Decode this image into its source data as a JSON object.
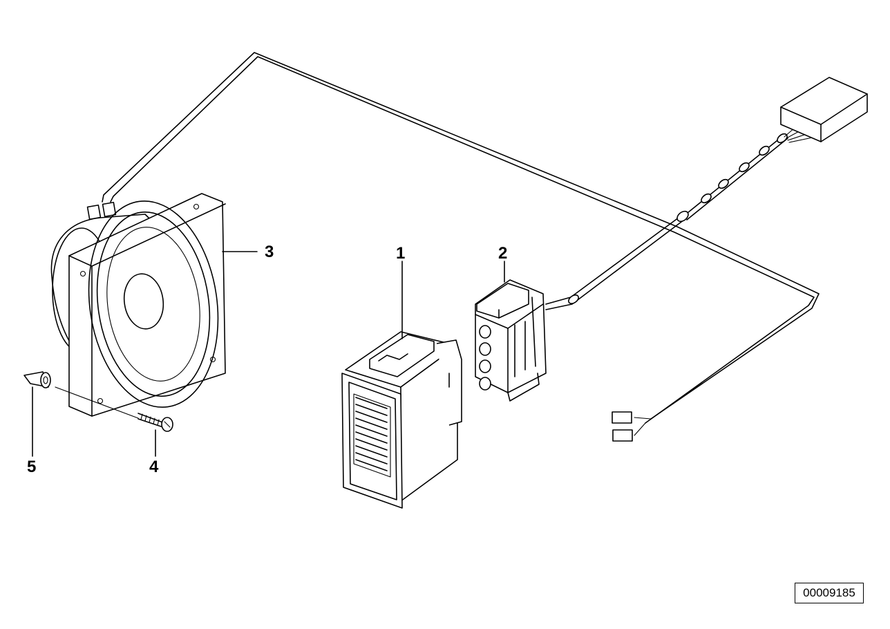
{
  "diagram": {
    "callouts": [
      {
        "id": "1",
        "part": "module"
      },
      {
        "id": "2",
        "part": "connector"
      },
      {
        "id": "3",
        "part": "speaker"
      },
      {
        "id": "4",
        "part": "screw"
      },
      {
        "id": "5",
        "part": "expanding-nut"
      }
    ],
    "reference_number": "00009185"
  }
}
